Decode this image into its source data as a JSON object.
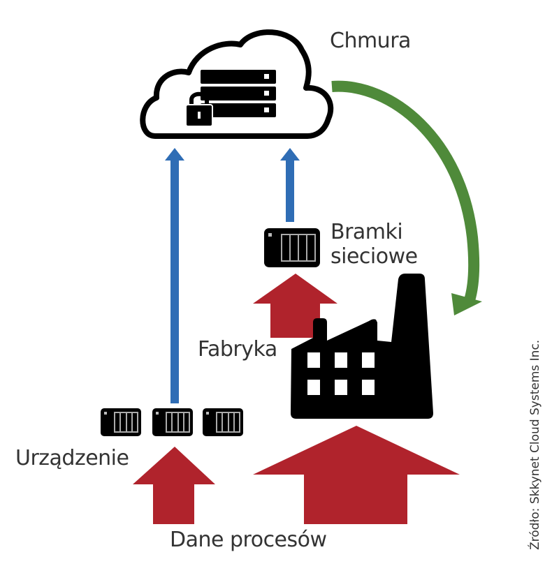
{
  "labels": {
    "cloud": "Chmura",
    "gateway_line1": "Bramki",
    "gateway_line2": "sieciowe",
    "factory": "Fabryka",
    "device": "Urządzenie",
    "process_data": "Dane procesów",
    "source": "Źródło: Skkynet Cloud Systems Inc."
  },
  "icons": [
    "cloud-server-lock-icon",
    "gateway-device-icon",
    "device-icon",
    "factory-icon"
  ],
  "colors": {
    "data_upload_arrow": "#2f6db5",
    "process_data_arrow": "#b0232c",
    "cloud_feedback_arrow": "#4f8a3a",
    "icon": "#000000",
    "text": "#333333"
  }
}
